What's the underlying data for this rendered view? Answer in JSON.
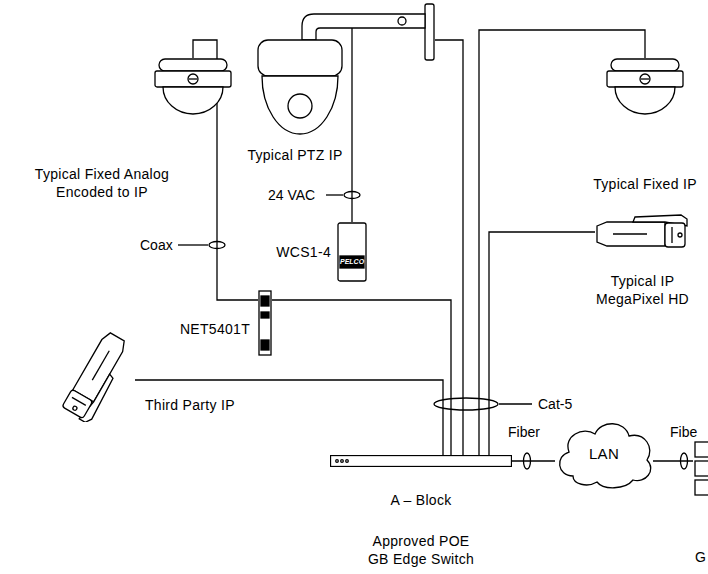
{
  "diagram": {
    "nodes": [
      {
        "text": [
          "Typical Fixed Analog Encoded to IP"
        ]
      },
      {
        "text": [
          "Typical PTZ IP"
        ]
      },
      {
        "text": [
          "Typical Fixed IP"
        ]
      },
      {
        "text": [
          "WCS1-4",
          "PELCO"
        ]
      },
      {
        "text": [
          "NET5401T"
        ]
      },
      {
        "text": [
          "Typical IP MegaPixel HD"
        ]
      },
      {
        "text": [
          "Third Party IP"
        ]
      },
      {
        "text": [
          "A – Block",
          "Approved POE GB Edge Switch"
        ]
      },
      {
        "text": [
          "LAN"
        ]
      },
      {
        "text": [
          "G"
        ]
      }
    ],
    "edges": [
      {
        "from": 0,
        "to": 4,
        "label": "Coax",
        "arrow": "none"
      },
      {
        "from": 4,
        "to": 7,
        "arrow": "none"
      },
      {
        "from": 1,
        "to": 3,
        "label": "24 VAC",
        "arrow": "none"
      },
      {
        "from": 1,
        "to": 7,
        "arrow": "none"
      },
      {
        "from": 2,
        "to": 7,
        "arrow": "none"
      },
      {
        "from": 5,
        "to": 7,
        "arrow": "none"
      },
      {
        "from": 6,
        "to": 7,
        "arrow": "none"
      },
      {
        "from": 7,
        "to": 8,
        "label": "Fiber",
        "arrow": "none"
      },
      {
        "from": 8,
        "to": 9,
        "label": "Fibe",
        "arrow": "none"
      }
    ],
    "labels": [
      "Cat-5"
    ]
  }
}
